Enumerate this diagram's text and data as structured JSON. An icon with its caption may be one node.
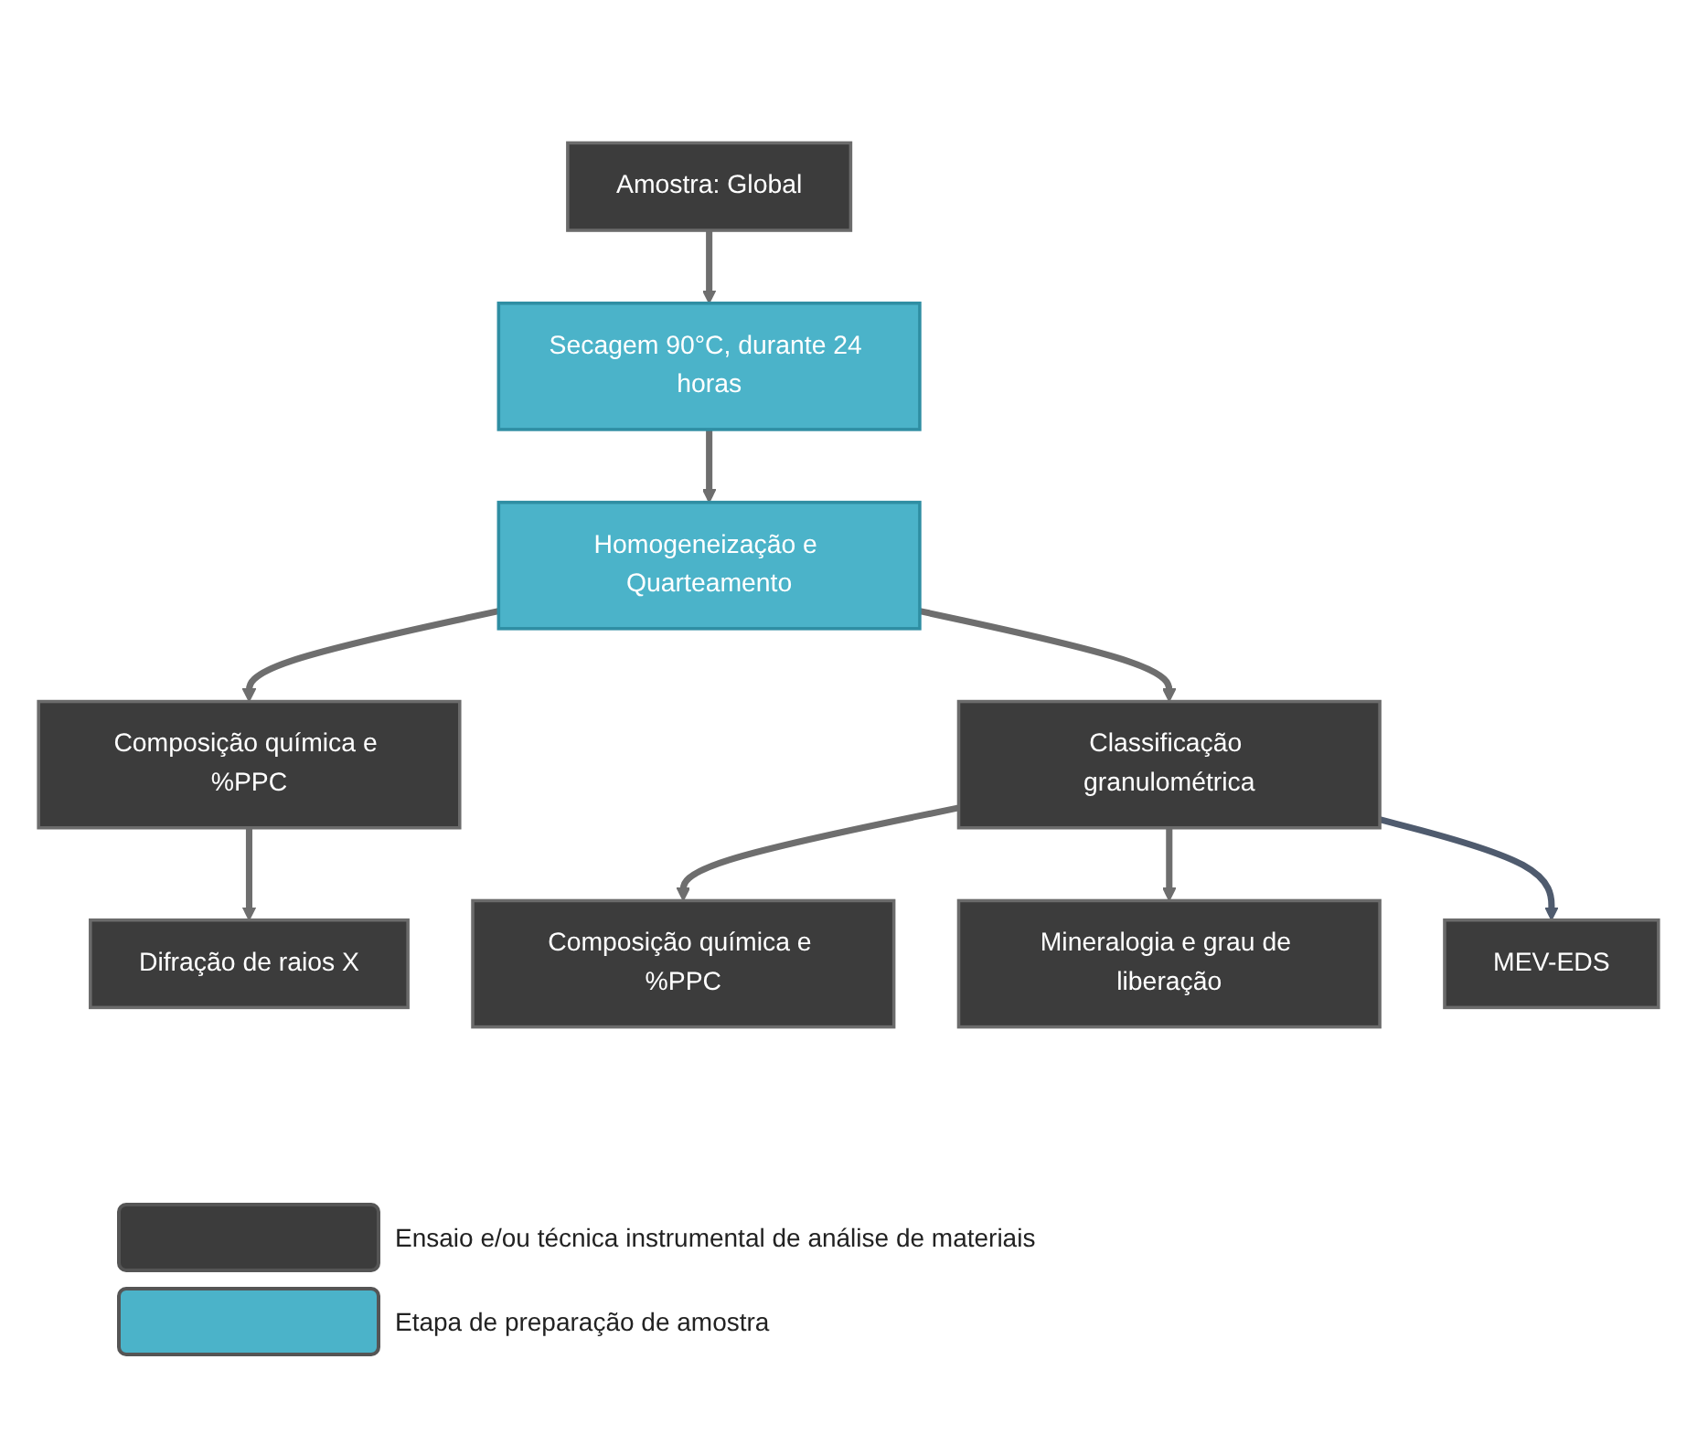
{
  "diagram": {
    "nodes": [
      {
        "text": [
          "Amostra: Global"
        ]
      },
      {
        "text": [
          "Secagem 90°C, durante 24 horas"
        ]
      },
      {
        "text": [
          "Composição química e %PPC"
        ]
      },
      {
        "text": [
          "Homogeneização e Quarteamento"
        ]
      },
      {
        "text": [
          "Difração de raios X"
        ]
      },
      {
        "text": [
          "Classificação granulométrica"
        ]
      },
      {
        "text": [
          "Composição química e %PPC"
        ]
      },
      {
        "text": [
          "Mineralogia e grau de liberação"
        ]
      },
      {
        "text": [
          "MEV-EDS"
        ]
      }
    ],
    "edges": [
      {
        "from": 0,
        "to": 1,
        "arrow": "to"
      },
      {
        "from": 1,
        "to": 3,
        "arrow": "to"
      },
      {
        "from": 3,
        "to": 2,
        "arrow": "to"
      },
      {
        "from": 2,
        "to": 4,
        "arrow": "to"
      },
      {
        "from": 3,
        "to": 5,
        "arrow": "to"
      },
      {
        "from": 5,
        "to": 6,
        "arrow": "to"
      },
      {
        "from": 5,
        "to": 7,
        "arrow": "to"
      },
      {
        "from": 5,
        "to": 8,
        "arrow": "to",
        "color": "#4f5b6e"
      }
    ],
    "legend": [
      {
        "text": "Ensaio e/ou técnica instrumental de análise de materiais",
        "color": "#3c3c3c"
      },
      {
        "text": "Etapa de preparação de amostra",
        "color": "#4bb3c9"
      }
    ]
  }
}
